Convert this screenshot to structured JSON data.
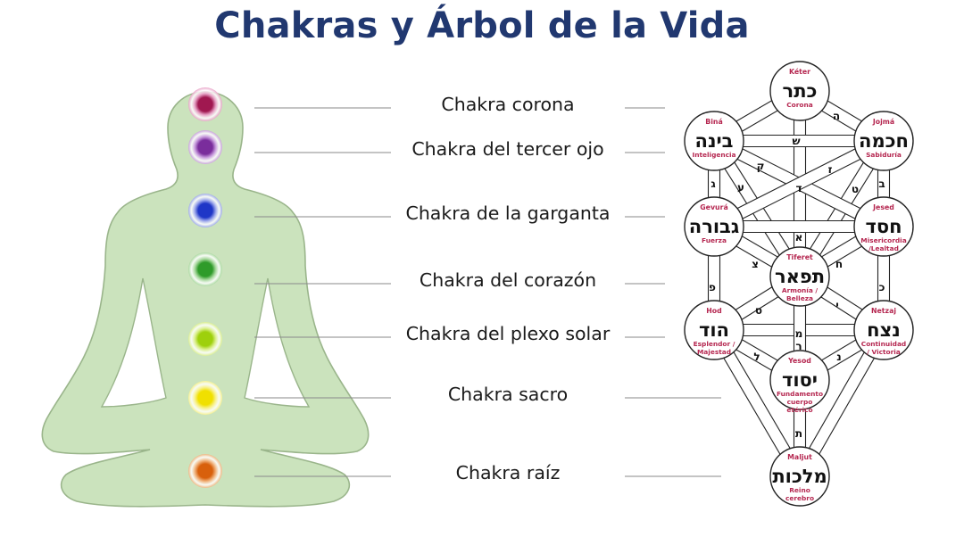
{
  "title": "Chakras y Árbol de la Vida",
  "colors": {
    "title": "#213870",
    "body_fill": "#cbe3bd",
    "body_stroke": "#9ab58b",
    "sephira_text": "#b52750"
  },
  "chakras": [
    {
      "label": "Chakra corona",
      "color": "#a01850",
      "glow": "#e79cc4"
    },
    {
      "label": "Chakra del tercer ojo",
      "color": "#7a2d9c",
      "glow": "#c99ae0"
    },
    {
      "label": "Chakra de la garganta",
      "color": "#1f36c7",
      "glow": "#9aa4ee"
    },
    {
      "label": "Chakra del corazón",
      "color": "#2f9b2a",
      "glow": "#a6d89c"
    },
    {
      "label": "Chakra del plexo solar",
      "color": "#9ed00c",
      "glow": "#dcf08a"
    },
    {
      "label": "Chakra sacro",
      "color": "#f0e000",
      "glow": "#faf28a"
    },
    {
      "label": "Chakra raíz",
      "color": "#d8600c",
      "glow": "#f3b27c"
    }
  ],
  "sephirot": [
    {
      "id": "keter",
      "name": "Kéter",
      "hebrew": "כתר",
      "sub": [
        "Corona"
      ]
    },
    {
      "id": "bina",
      "name": "Biná",
      "hebrew": "בינה",
      "sub": [
        "Inteligencia"
      ]
    },
    {
      "id": "jojma",
      "name": "Jojmá",
      "hebrew": "חכמה",
      "sub": [
        "Sabiduría"
      ]
    },
    {
      "id": "gevura",
      "name": "Gevurá",
      "hebrew": "גבורה",
      "sub": [
        "Fuerza"
      ]
    },
    {
      "id": "jesed",
      "name": "Jesed",
      "hebrew": "חסד",
      "sub": [
        "Misericordia",
        "/Lealtad"
      ]
    },
    {
      "id": "tiferet",
      "name": "Tiferet",
      "hebrew": "תפאר",
      "sub": [
        "Armonía /",
        "Belleza"
      ]
    },
    {
      "id": "hod",
      "name": "Hod",
      "hebrew": "הוד",
      "sub": [
        "Esplendor /",
        "Majestad"
      ]
    },
    {
      "id": "netzaj",
      "name": "Netzaj",
      "hebrew": "נצח",
      "sub": [
        "Continuidad",
        "/ Victoria"
      ]
    },
    {
      "id": "yesod",
      "name": "Yesod",
      "hebrew": "יסוד",
      "sub": [
        "Fundamento",
        "cuerpo",
        "etérico"
      ]
    },
    {
      "id": "maljut",
      "name": "Maljut",
      "hebrew": "מלכות",
      "sub": [
        "Reino",
        "cerebro"
      ]
    }
  ],
  "paths": [
    {
      "letter": "ה"
    },
    {
      "letter": "ש"
    },
    {
      "letter": "ק"
    },
    {
      "letter": "ז"
    },
    {
      "letter": "ג"
    },
    {
      "letter": "ע"
    },
    {
      "letter": "ד"
    },
    {
      "letter": "ט"
    },
    {
      "letter": "ב"
    },
    {
      "letter": "א"
    },
    {
      "letter": "צ"
    },
    {
      "letter": "ח"
    },
    {
      "letter": "פ"
    },
    {
      "letter": "כ"
    },
    {
      "letter": "ס"
    },
    {
      "letter": "י"
    },
    {
      "letter": "מ"
    },
    {
      "letter": "ר"
    },
    {
      "letter": "ל"
    },
    {
      "letter": "נ"
    },
    {
      "letter": "ת"
    }
  ]
}
